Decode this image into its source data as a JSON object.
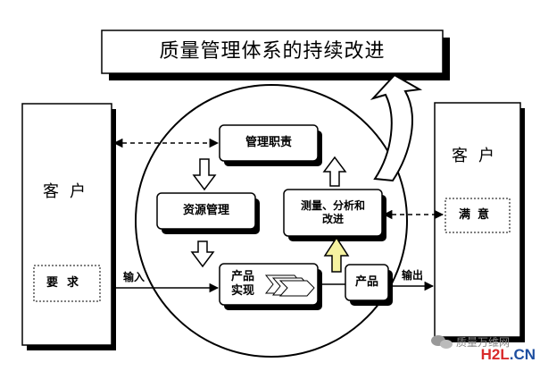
{
  "title": "质量管理体系的持续改进",
  "left_customer": {
    "label": "客户",
    "requirement": "要求"
  },
  "right_customer": {
    "label": "客户",
    "satisfaction": "满意"
  },
  "process": {
    "management": "管理职责",
    "resources": "资源管理",
    "measurement": "测量、分析和\n改进",
    "realization": "产品\n实现",
    "product": "产品"
  },
  "flow": {
    "input": "输入",
    "output": "输出"
  },
  "watermark": {
    "channel": "质量万维网",
    "brand": "H2L",
    "tld": ".CN"
  },
  "colors": {
    "line": "#000000",
    "improve_arrow": "#f5f2a0",
    "panel_shadow": "#000000",
    "brand_red": "#d92b2b",
    "brand_blue": "#1e4fa0"
  }
}
